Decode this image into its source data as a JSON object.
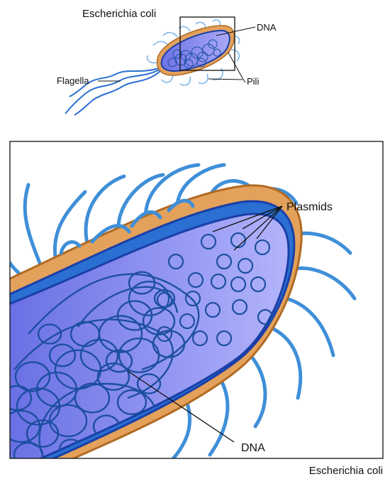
{
  "overview": {
    "title": "Escherichia coli",
    "labels": {
      "dna": "DNA",
      "pili": "Pili",
      "flagella": "Flagella"
    }
  },
  "detail": {
    "labels": {
      "plasmids": "Plasmids",
      "dna": "DNA"
    },
    "caption": "Escherichia coli",
    "plasmid_count": 19
  },
  "colors": {
    "capsule": "#e3a15c",
    "capsule_edge": "#b06a22",
    "membrane": "#2a6fd1",
    "membrane_dark": "#1a3fa8",
    "cytoplasm": "#8a8cf0",
    "cytoplasm_light": "#b3b4fb",
    "pili": "#3f8fd8",
    "dna": "#1d4fa0",
    "label_line": "#111111"
  }
}
